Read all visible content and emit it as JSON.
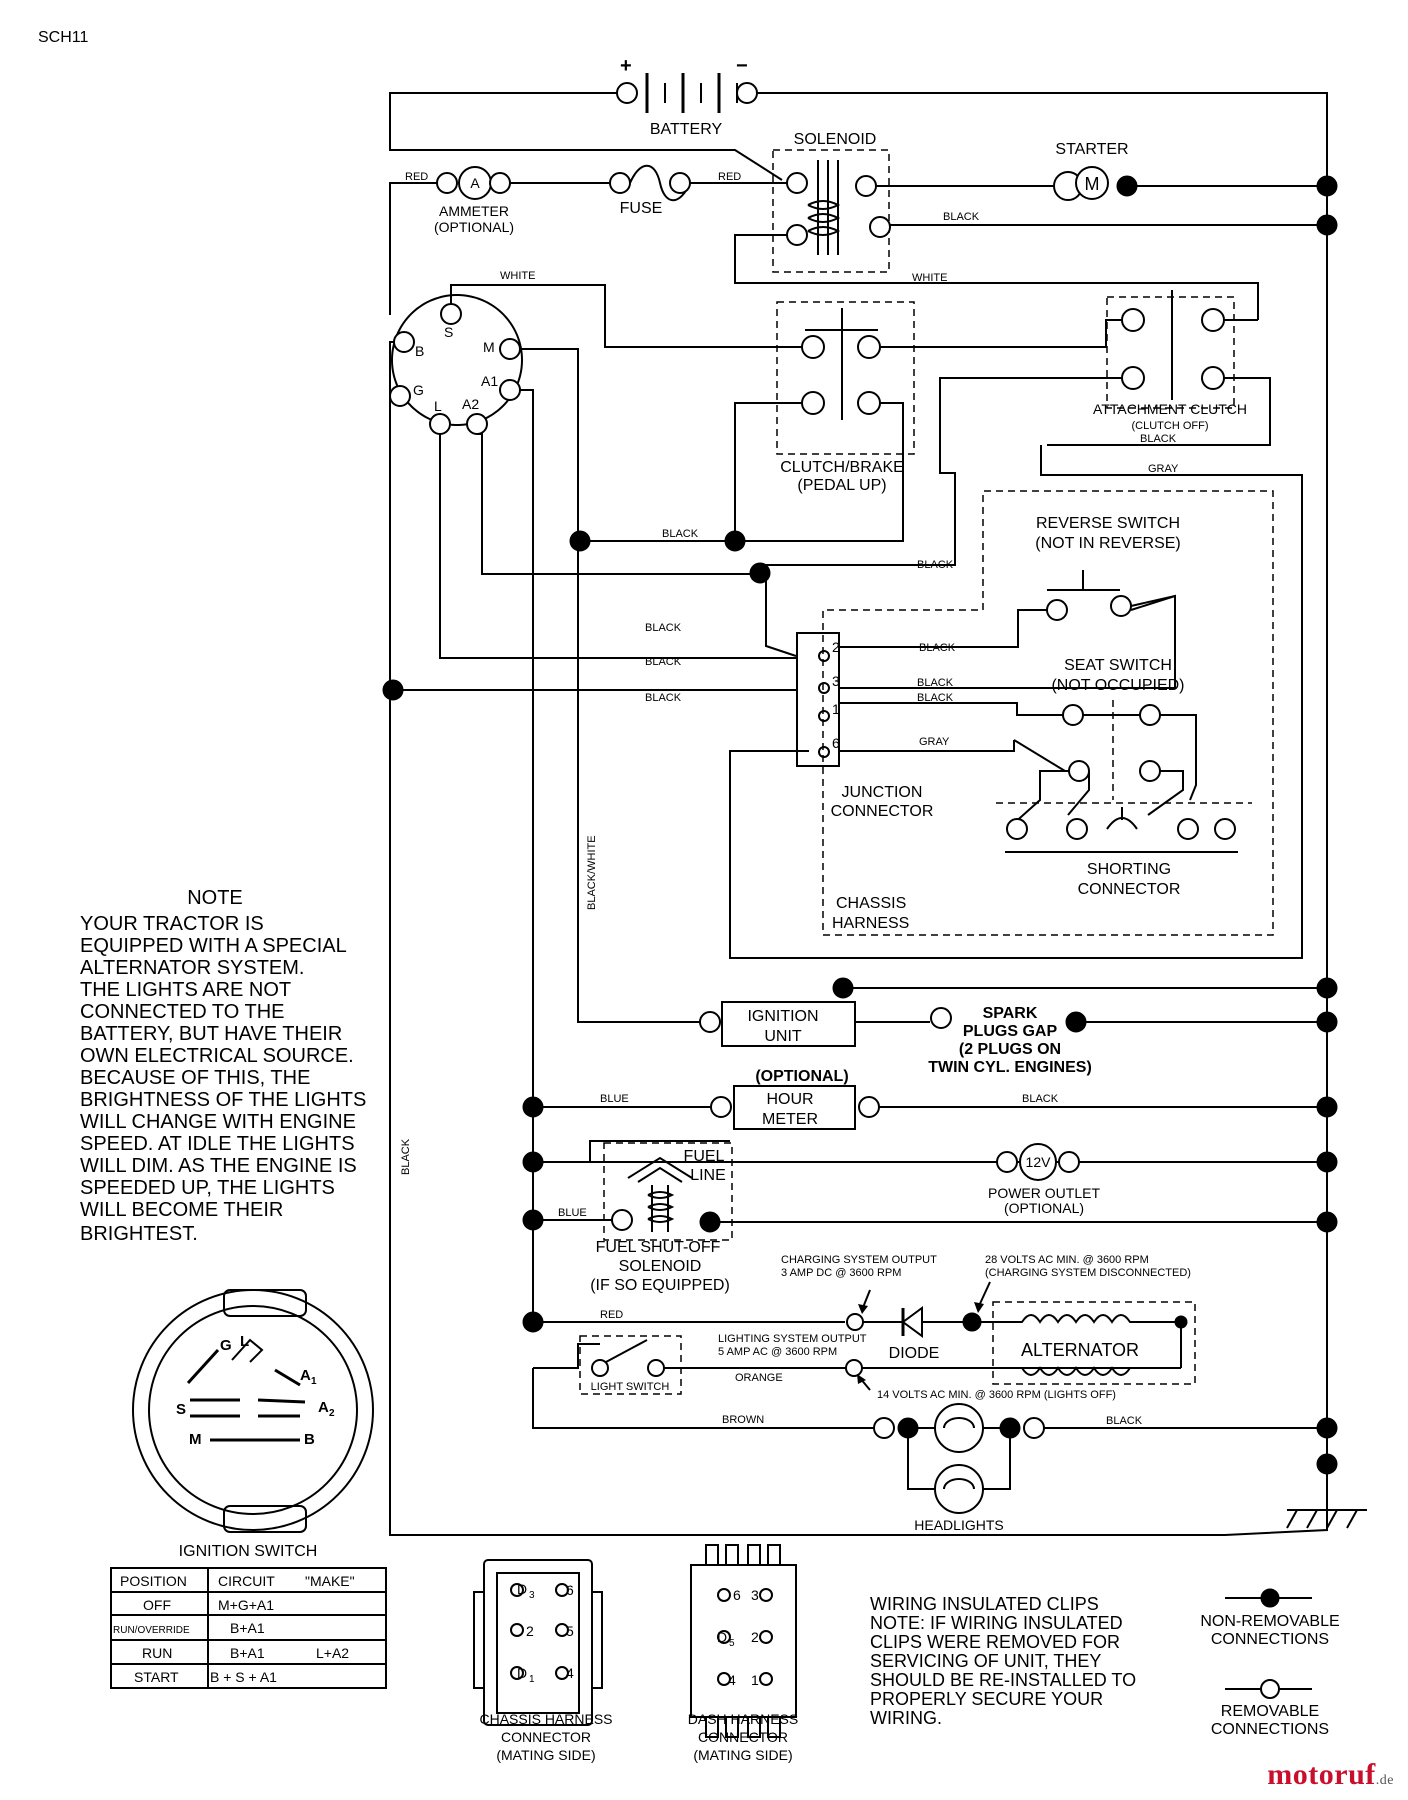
{
  "page_id": "SCH11",
  "components": {
    "battery": "BATTERY",
    "battery_plus": "+",
    "battery_minus": "−",
    "solenoid": "SOLENOID",
    "starter": "STARTER",
    "starter_symbol": "M",
    "ammeter": "AMMETER",
    "ammeter_opt": "(OPTIONAL)",
    "ammeter_symbol": "A",
    "fuse": "FUSE",
    "attachment_clutch": "ATTACHMENT CLUTCH",
    "attachment_clutch_sub": "(CLUTCH OFF)",
    "clutch_brake": "CLUTCH/BRAKE",
    "clutch_brake_sub": "(PEDAL UP)",
    "reverse_switch": "REVERSE SWITCH",
    "reverse_switch_sub": "(NOT IN REVERSE)",
    "seat_switch": "SEAT SWITCH",
    "seat_switch_sub": "(NOT OCCUPIED)",
    "junction": "JUNCTION",
    "connector": "CONNECTOR",
    "shorting": "SHORTING",
    "shorting_connector": "CONNECTOR",
    "chassis": "CHASSIS",
    "harness": "HARNESS",
    "ignition": "IGNITION",
    "unit": "UNIT",
    "spark_1": "SPARK",
    "spark_2": "PLUGS GAP",
    "spark_3": "(2 PLUGS ON",
    "spark_4": "TWIN CYL. ENGINES)",
    "hour_optional": "(OPTIONAL)",
    "hour_1": "HOUR",
    "hour_2": "METER",
    "fuel_line_1": "FUEL",
    "fuel_line_2": "LINE",
    "power_outlet_symbol": "12V",
    "power_outlet": "POWER OUTLET",
    "power_outlet_opt": "(OPTIONAL)",
    "fuel_sol_1": "FUEL SHUT-OFF",
    "fuel_sol_2": "SOLENOID",
    "fuel_sol_3": "(IF SO EQUIPPED)",
    "chg_out_1": "CHARGING SYSTEM OUTPUT",
    "chg_out_2": "3 AMP DC @ 3600 RPM",
    "ac28_1": "28 VOLTS AC MIN. @ 3600 RPM",
    "ac28_2": "(CHARGING SYSTEM DISCONNECTED)",
    "diode": "DIODE",
    "alternator": "ALTERNATOR",
    "light_out_1": "LIGHTING SYSTEM OUTPUT",
    "light_out_2": "5 AMP AC @ 3600 RPM",
    "light_switch": "LIGHT SWITCH",
    "ac14": "14 VOLTS AC MIN. @ 3600 RPM (LIGHTS OFF)",
    "headlights": "HEADLIGHTS"
  },
  "ignition_terminals": {
    "b": "B",
    "s": "S",
    "m": "M",
    "a1": "A1",
    "g": "G",
    "l": "L",
    "a2": "A2"
  },
  "junction_pins": {
    "p2": "2",
    "p3": "3",
    "p1": "1",
    "p6": "6"
  },
  "wire_labels": {
    "red": "RED",
    "black": "BLACK",
    "white": "WHITE",
    "gray": "GRAY",
    "blue": "BLUE",
    "orange": "ORANGE",
    "brown": "BROWN",
    "black_white": "BLACK/WHITE"
  },
  "note": {
    "title": "NOTE",
    "lines": [
      "YOUR TRACTOR IS",
      "EQUIPPED WITH A SPECIAL",
      "ALTERNATOR SYSTEM.",
      "THE LIGHTS ARE NOT",
      "CONNECTED TO THE",
      "BATTERY, BUT HAVE THEIR",
      "OWN ELECTRICAL SOURCE.",
      "BECAUSE OF THIS, THE",
      "BRIGHTNESS OF THE LIGHTS",
      "WILL CHANGE WITH ENGINE",
      "SPEED.  AT IDLE THE LIGHTS",
      "WILL DIM.  AS THE ENGINE IS",
      "SPEEDED UP, THE LIGHTS",
      "WILL BECOME THEIR",
      "BRIGHTEST."
    ]
  },
  "ignition_switch": {
    "title": "IGNITION SWITCH",
    "face": {
      "g": "G",
      "l": "L",
      "a1": "A",
      "a1_sub": "1",
      "s": "S",
      "a2": "A",
      "a2_sub": "2",
      "m": "M",
      "b": "B"
    },
    "headers": [
      "POSITION",
      "CIRCUIT",
      "\"MAKE\""
    ],
    "rows": [
      [
        "OFF",
        "M+G+A1",
        ""
      ],
      [
        "RUN/OVERRIDE",
        "B+A1",
        ""
      ],
      [
        "RUN",
        "B+A1",
        "L+A2"
      ],
      [
        "START",
        "B + S + A1",
        ""
      ]
    ]
  },
  "chassis_connector": {
    "pins": {
      "p3": "D",
      "p3n": "3",
      "p6": "6",
      "p2": "2",
      "p5": "5",
      "p1": "D",
      "p1n": "1",
      "p4": "4"
    },
    "caption": [
      "CHASSIS HARNESS",
      "CONNECTOR",
      "(MATING SIDE)"
    ]
  },
  "dash_connector": {
    "pins": {
      "p6": "6",
      "p3": "3",
      "p5": "D",
      "p5n": "5",
      "p2": "2",
      "p4": "4",
      "p1": "1"
    },
    "caption": [
      "DASH HARNESS",
      "CONNECTOR",
      "(MATING SIDE)"
    ]
  },
  "clips_note": [
    "WIRING INSULATED CLIPS",
    "NOTE: IF WIRING INSULATED",
    "CLIPS WERE REMOVED FOR",
    "SERVICING OF UNIT, THEY",
    "SHOULD BE RE-INSTALLED TO",
    "PROPERLY SECURE YOUR",
    "WIRING."
  ],
  "legend": {
    "non_removable": [
      "NON-REMOVABLE",
      "CONNECTIONS"
    ],
    "removable": [
      "REMOVABLE",
      "CONNECTIONS"
    ]
  },
  "logo": {
    "main": "motoruf",
    "suffix": ".de"
  }
}
